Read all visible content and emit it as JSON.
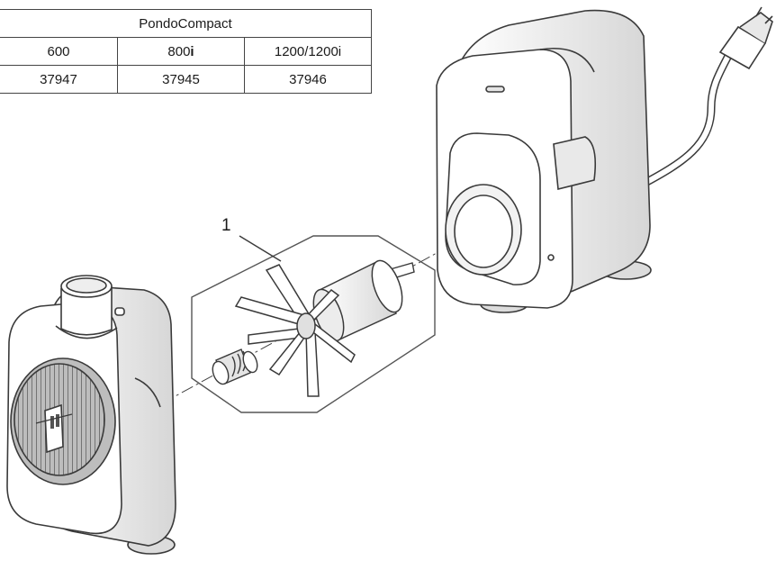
{
  "table": {
    "title": "PondoCompact",
    "models": [
      {
        "name": "600",
        "suffix": "",
        "part_number": "37947"
      },
      {
        "name": "800",
        "suffix": "i",
        "part_number": "37945"
      },
      {
        "name": "1200/1200i",
        "suffix": "",
        "part_number": "37946"
      }
    ]
  },
  "callout_label": "1",
  "colors": {
    "line": "#3a3a3a",
    "shade": "#d8d8d8",
    "background": "#ffffff"
  }
}
